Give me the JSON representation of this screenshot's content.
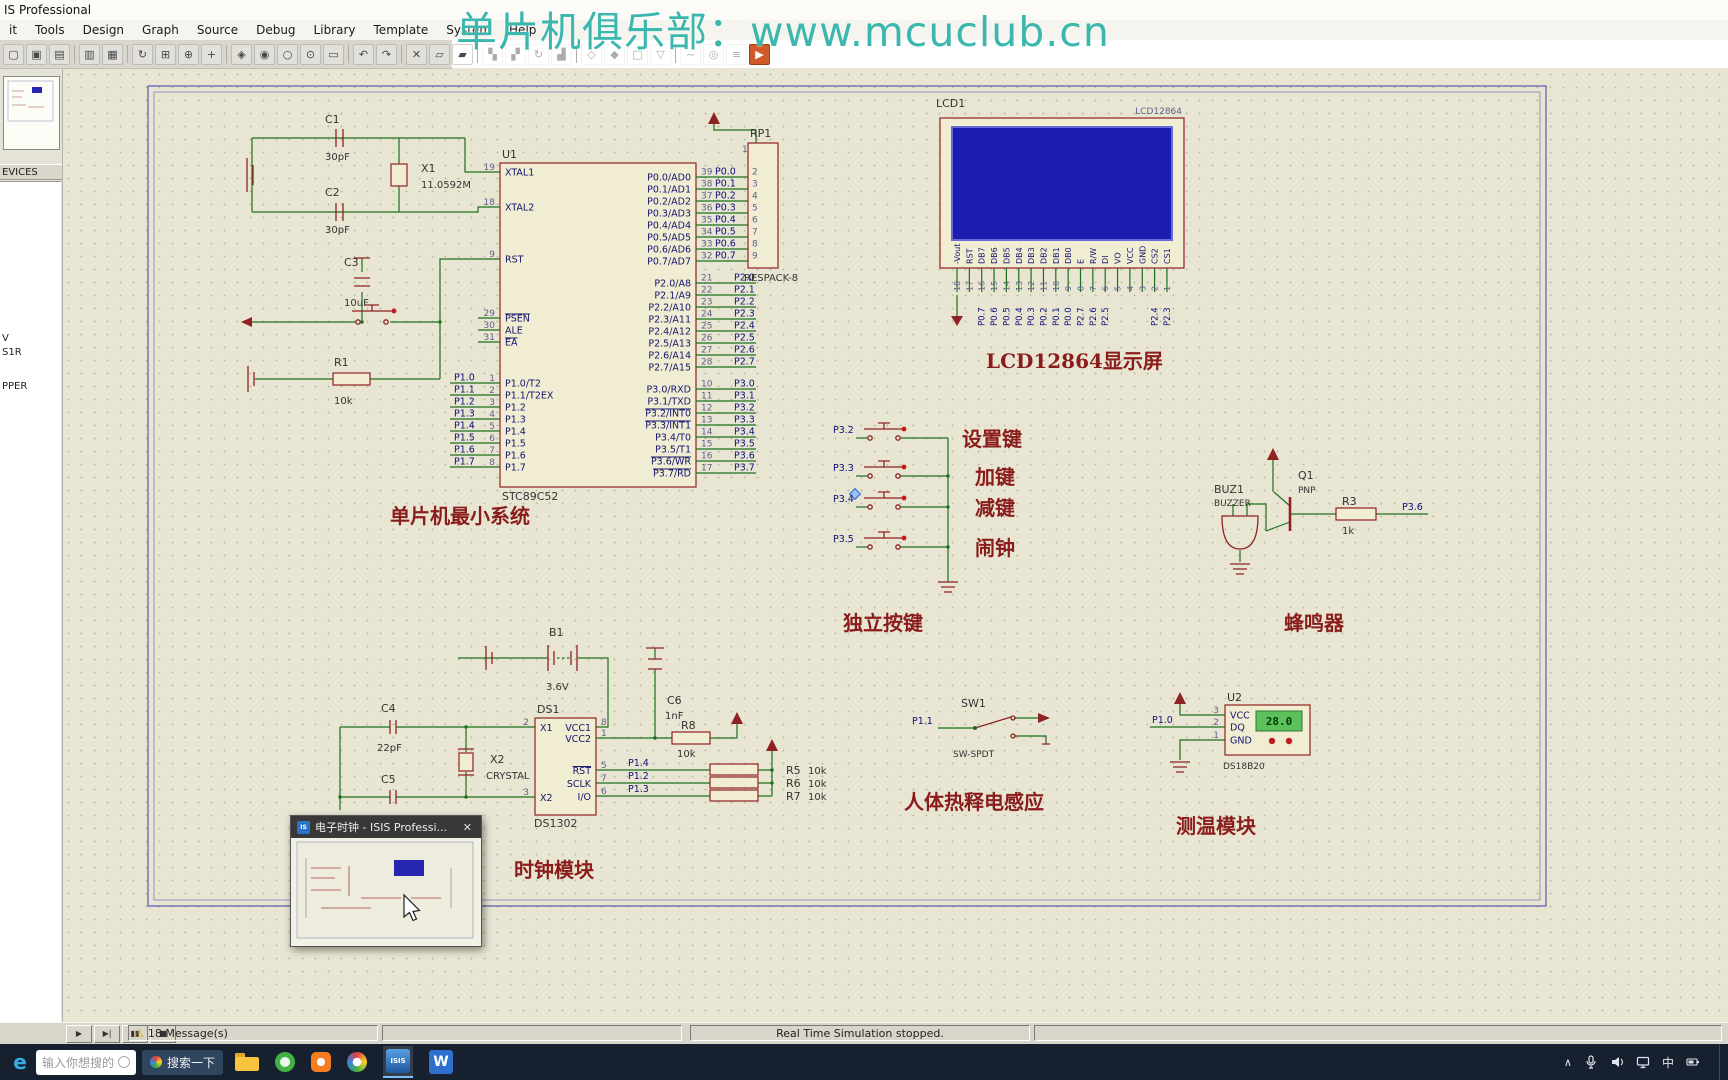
{
  "window": {
    "title": "IS Professional"
  },
  "menu": {
    "items": [
      "it",
      "Tools",
      "Design",
      "Graph",
      "Source",
      "Debug",
      "Library",
      "Template",
      "System",
      "Help"
    ]
  },
  "watermark": {
    "text": "单片机俱乐部：www.mcuclub.cn",
    "color": "#3bb7ae"
  },
  "toolbar": {
    "icons": [
      {
        "name": "new-file",
        "glyph": "▢"
      },
      {
        "name": "open-file",
        "glyph": "▣"
      },
      {
        "name": "save-file",
        "glyph": "▤"
      },
      {
        "name": "print",
        "glyph": "▥",
        "sep": true
      },
      {
        "name": "mark-output-area",
        "glyph": "▦"
      },
      {
        "name": "refresh",
        "glyph": "↻",
        "sep": true
      },
      {
        "name": "toggle-grid",
        "glyph": "⊞"
      },
      {
        "name": "false-origin",
        "glyph": "⊕"
      },
      {
        "name": "cursor-mode",
        "glyph": "+"
      },
      {
        "name": "pan",
        "glyph": "◈",
        "sep": true
      },
      {
        "name": "zoom-in",
        "glyph": "◉"
      },
      {
        "name": "zoom-out",
        "glyph": "○"
      },
      {
        "name": "zoom-all",
        "glyph": "⊙"
      },
      {
        "name": "zoom-area",
        "glyph": "▭"
      },
      {
        "name": "undo",
        "glyph": "↶",
        "sep": true
      },
      {
        "name": "redo",
        "glyph": "↷"
      },
      {
        "name": "cut",
        "glyph": "✕",
        "sep": true
      },
      {
        "name": "copy",
        "glyph": "▱"
      },
      {
        "name": "paste",
        "glyph": "▰"
      },
      {
        "name": "block-copy",
        "glyph": "▚",
        "sep": true,
        "faded": true
      },
      {
        "name": "block-move",
        "glyph": "▞",
        "faded": true
      },
      {
        "name": "block-rotate",
        "glyph": "↻",
        "faded": true
      },
      {
        "name": "block-delete",
        "glyph": "▟",
        "faded": true
      },
      {
        "name": "pick-device",
        "glyph": "◇",
        "sep": true,
        "faded": true
      },
      {
        "name": "make-device",
        "glyph": "◆",
        "faded": true
      },
      {
        "name": "packaging-tool",
        "glyph": "□",
        "faded": true
      },
      {
        "name": "decompose",
        "glyph": "▽",
        "faded": true
      },
      {
        "name": "wire-autorouter",
        "glyph": "~",
        "sep": true,
        "faded": true
      },
      {
        "name": "search-tag",
        "glyph": "◎",
        "faded": true
      },
      {
        "name": "property-assignment",
        "glyph": "≡",
        "faded": true
      },
      {
        "name": "demo",
        "glyph": "▶",
        "accent": true
      }
    ]
  },
  "sidebar": {
    "devices_label": "EVICES",
    "items": [
      "V",
      "S1R",
      "PPER"
    ]
  },
  "schematic": {
    "xtal": {
      "c1_ref": "C1",
      "c1_val": "30pF",
      "c2_ref": "C2",
      "c2_val": "30pF",
      "x1_ref": "X1",
      "x1_val": "11.0592M"
    },
    "reset": {
      "c3_ref": "C3",
      "c3_val": "10uF",
      "r1_ref": "R1",
      "r1_val": "10k"
    },
    "mcu": {
      "ref": "U1",
      "part": "STC89C52",
      "caption": "单片机最小系统",
      "left_pins": [
        {
          "name": "XTAL1",
          "num": "19"
        },
        {
          "name": "XTAL2",
          "num": "18"
        },
        {
          "name": "RST",
          "num": "9"
        },
        {
          "name": "PSEN",
          "num": "29",
          "bar": true
        },
        {
          "name": "ALE",
          "num": "30"
        },
        {
          "name": "EA",
          "num": "31",
          "bar": true
        }
      ],
      "p1_pins": {
        "names": [
          "P1.0/T2",
          "P1.1/T2EX",
          "P1.2",
          "P1.3",
          "P1.4",
          "P1.5",
          "P1.6",
          "P1.7"
        ],
        "nums": [
          "1",
          "2",
          "3",
          "4",
          "5",
          "6",
          "7",
          "8"
        ],
        "nets": [
          "P1.0",
          "P1.1",
          "P1.2",
          "P1.3",
          "P1.4",
          "P1.5",
          "P1.6",
          "P1.7"
        ]
      },
      "p0_pins": {
        "names": [
          "P0.0/AD0",
          "P0.1/AD1",
          "P0.2/AD2",
          "P0.3/AD3",
          "P0.4/AD4",
          "P0.5/AD5",
          "P0.6/AD6",
          "P0.7/AD7"
        ],
        "nums": [
          "39",
          "38",
          "37",
          "36",
          "35",
          "34",
          "33",
          "32"
        ],
        "nets": [
          "P0.0",
          "P0.1",
          "P0.2",
          "P0.3",
          "P0.4",
          "P0.5",
          "P0.6",
          "P0.7"
        ]
      },
      "p2_pins": {
        "names": [
          "P2.0/A8",
          "P2.1/A9",
          "P2.2/A10",
          "P2.3/A11",
          "P2.4/A12",
          "P2.5/A13",
          "P2.6/A14",
          "P2.7/A15"
        ],
        "nums": [
          "21",
          "22",
          "23",
          "24",
          "25",
          "26",
          "27",
          "28"
        ],
        "nets": [
          "P2.0",
          "P2.1",
          "P2.2",
          "P2.3",
          "P2.4",
          "P2.5",
          "P2.6",
          "P2.7"
        ]
      },
      "p3_pins": {
        "names": [
          "P3.0/RXD",
          "P3.1/TXD",
          "P3.2/INT0",
          "P3.3/INT1",
          "P3.4/T0",
          "P3.5/T1",
          "P3.6/WR",
          "P3.7/RD"
        ],
        "bars": [
          false,
          false,
          true,
          true,
          false,
          false,
          true,
          true
        ],
        "nums": [
          "10",
          "11",
          "12",
          "13",
          "14",
          "15",
          "16",
          "17"
        ],
        "nets": [
          "P3.0",
          "P3.1",
          "P3.2",
          "P3.3",
          "P3.4",
          "P3.5",
          "P3.6",
          "P3.7"
        ]
      }
    },
    "respack": {
      "ref": "RP1",
      "part": "RESPACK-8",
      "top_pin_num": "1",
      "pin_nums": [
        "2",
        "3",
        "4",
        "5",
        "6",
        "7",
        "8",
        "9"
      ]
    },
    "lcd": {
      "ref": "LCD1",
      "model": "LCD12864",
      "caption": "LCD12864显示屏",
      "pin_names": [
        "-Vout",
        "RST",
        "DB7",
        "DB6",
        "DB5",
        "DB4",
        "DB3",
        "DB2",
        "DB1",
        "DB0",
        "E",
        "R/W",
        "DI",
        "VO",
        "VCC",
        "GND",
        "CS2",
        "CS1"
      ],
      "pin_nums": [
        "18",
        "17",
        "16",
        "15",
        "14",
        "13",
        "12",
        "11",
        "10",
        "9",
        "8",
        "7",
        "6",
        "5",
        "4",
        "3",
        "2",
        "1"
      ],
      "pin_nets": [
        "",
        "",
        "P0.7",
        "P0.6",
        "P0.5",
        "P0.4",
        "P0.3",
        "P0.2",
        "P0.1",
        "P0.0",
        "P2.7",
        "P2.6",
        "P2.5",
        "",
        "",
        "",
        "P2.4",
        "P2.3"
      ]
    },
    "keys": {
      "caption": "独立按键",
      "rows": [
        {
          "net": "P3.2",
          "label": "设置键"
        },
        {
          "net": "P3.3",
          "label": "加键"
        },
        {
          "net": "P3.4",
          "label": "减键"
        },
        {
          "net": "P3.5",
          "label": "闹钟"
        }
      ]
    },
    "buzzer": {
      "caption": "蜂鸣器",
      "buz_ref": "BUZ1",
      "buz_part": "BUZZER",
      "q_ref": "Q1",
      "q_type": "PNP",
      "r_ref": "R3",
      "r_val": "1k",
      "net": "P3.6"
    },
    "clock": {
      "caption": "时钟模块",
      "b1_ref": "B1",
      "b1_val": "3.6V",
      "c6_ref": "C6",
      "c6_val": "1nF",
      "r8_ref": "R8",
      "r8_val": "10k",
      "c4_ref": "C4",
      "c4_val": "22pF",
      "c5_ref": "C5",
      "x2_ref": "X2",
      "x2_val": "CRYSTAL",
      "ds_ref": "DS1",
      "ds_part": "DS1302",
      "ds_left": [
        {
          "name": "X1",
          "num": "2"
        },
        {
          "name": "X2",
          "num": "3"
        }
      ],
      "ds_right": [
        {
          "name": "VCC1",
          "num": "8"
        },
        {
          "name": "VCC2",
          "num": "1"
        },
        {
          "name": "RST",
          "num": "5",
          "bar": true
        },
        {
          "name": "SCLK",
          "num": "7"
        },
        {
          "name": "I/O",
          "num": "6"
        }
      ],
      "pullups": [
        {
          "ref": "R5",
          "val": "10k",
          "net": "P1.4"
        },
        {
          "ref": "R6",
          "val": "10k",
          "net": "P1.2"
        },
        {
          "ref": "R7",
          "val": "10k",
          "net": "P1.3"
        }
      ]
    },
    "pir": {
      "caption": "人体热释电感应",
      "ref": "SW1",
      "part": "SW-SPDT",
      "net": "P1.1"
    },
    "temp": {
      "caption": "测温模块",
      "ref": "U2",
      "part": "DS18B20",
      "reading": "28.0",
      "net": "P1.0",
      "pins": [
        {
          "name": "VCC",
          "num": "3"
        },
        {
          "name": "DQ",
          "num": "2"
        },
        {
          "name": "GND",
          "num": "1"
        }
      ]
    }
  },
  "popup": {
    "title": "电子时钟 - ISIS Professi...",
    "close_glyph": "✕",
    "icon_label": "IS"
  },
  "statusbar": {
    "controls": [
      {
        "name": "play",
        "glyph": "▶"
      },
      {
        "name": "step",
        "glyph": "▶|"
      },
      {
        "name": "pause",
        "glyph": "▮▮"
      },
      {
        "name": "stop",
        "glyph": "■"
      }
    ],
    "warning_icon": "⚠",
    "messages": "18 Message(s)",
    "status": "Real Time Simulation stopped."
  },
  "taskbar": {
    "edge_label": "e",
    "search_placeholder": "输入你想搜的",
    "search_button": "搜索一下",
    "isis_label": "ISIS",
    "wps_label": "W",
    "tray_chevron": "∧",
    "input_indicator": "中"
  }
}
